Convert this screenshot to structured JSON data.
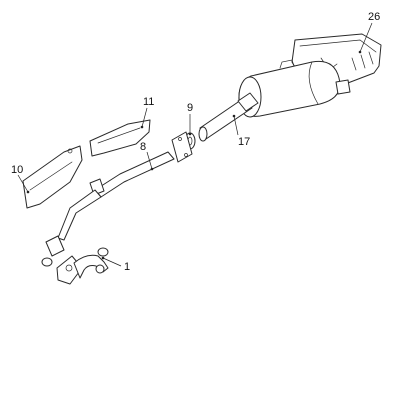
{
  "diagram": {
    "callouts": [
      "26",
      "11",
      "9",
      "17",
      "8",
      "10",
      "1"
    ],
    "colors": {
      "line": "#2a2a2a",
      "background": "#ffffff"
    }
  }
}
